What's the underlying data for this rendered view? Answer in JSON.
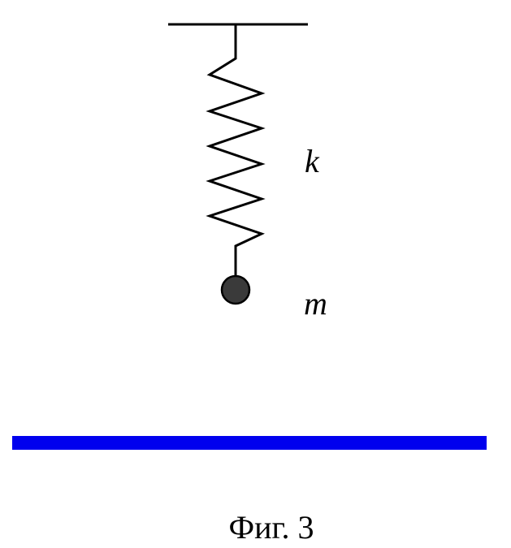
{
  "figure": {
    "spring_label": "k",
    "mass_label": "m",
    "caption": "Фиг. 3"
  },
  "colors": {
    "line": "#000000",
    "mass_fill": "#3a3a3a",
    "floor": "#0000ee",
    "background": "#ffffff"
  }
}
